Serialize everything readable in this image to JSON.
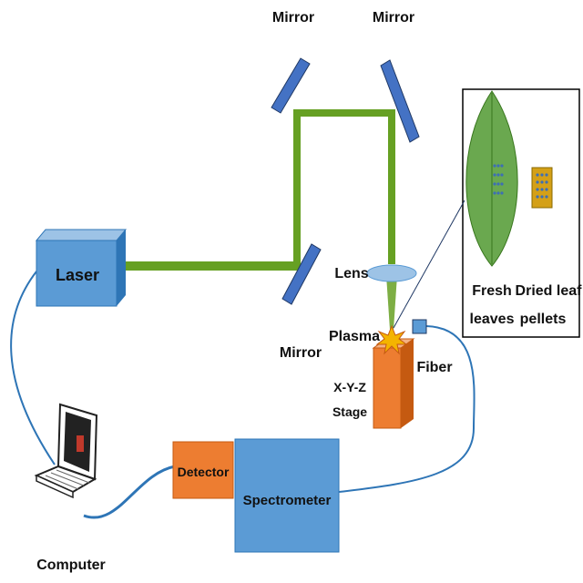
{
  "labels": {
    "mirror_top_left": "Mirror",
    "mirror_top_right": "Mirror",
    "mirror_bottom": "Mirror",
    "laser": "Laser",
    "lens": "Lens",
    "plasma": "Plasma",
    "stage_line1": "X-Y-Z",
    "stage_line2": "Stage",
    "fiber": "Fiber",
    "detector": "Detector",
    "spectrometer": "Spectrometer",
    "computer": "Computer",
    "fresh_line1": "Fresh",
    "fresh_line2": "leaves",
    "dried_line1": "Dried leaf",
    "dried_line2": "pellets"
  },
  "colors": {
    "beam": "#66a023",
    "box_blue": "#5b9bd5",
    "box_orange": "#ed7d31",
    "mirror": "#4472c4",
    "lens": "#9dc3e6",
    "cable": "#2e75b6",
    "leaf": "#6aa84f",
    "pellet": "#d4a017"
  }
}
